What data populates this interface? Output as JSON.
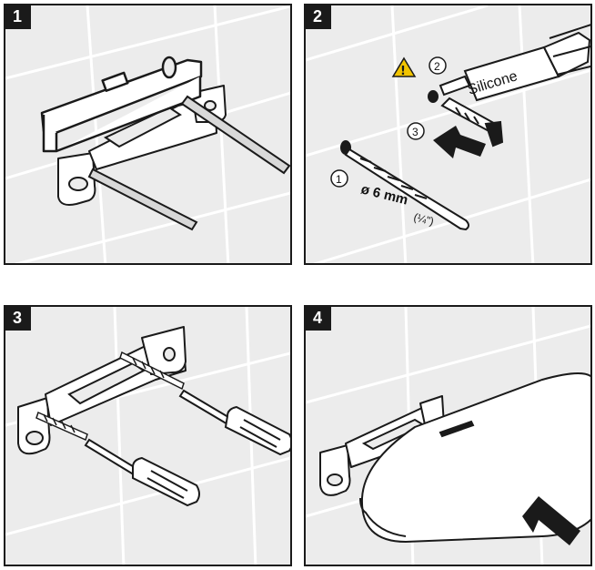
{
  "steps": [
    {
      "number": "1"
    },
    {
      "number": "2",
      "warning_icon": "warning-triangle-icon",
      "sub_steps": [
        "1",
        "2",
        "3"
      ],
      "material_label": "Silicone",
      "drill_size": "ø 6 mm",
      "drill_size_imperial": "(¼\")"
    },
    {
      "number": "3"
    },
    {
      "number": "4"
    }
  ],
  "colors": {
    "tile": "#ececec",
    "grout": "#ffffff",
    "ink": "#1a1a1a",
    "badge": "#1a1a1a"
  }
}
